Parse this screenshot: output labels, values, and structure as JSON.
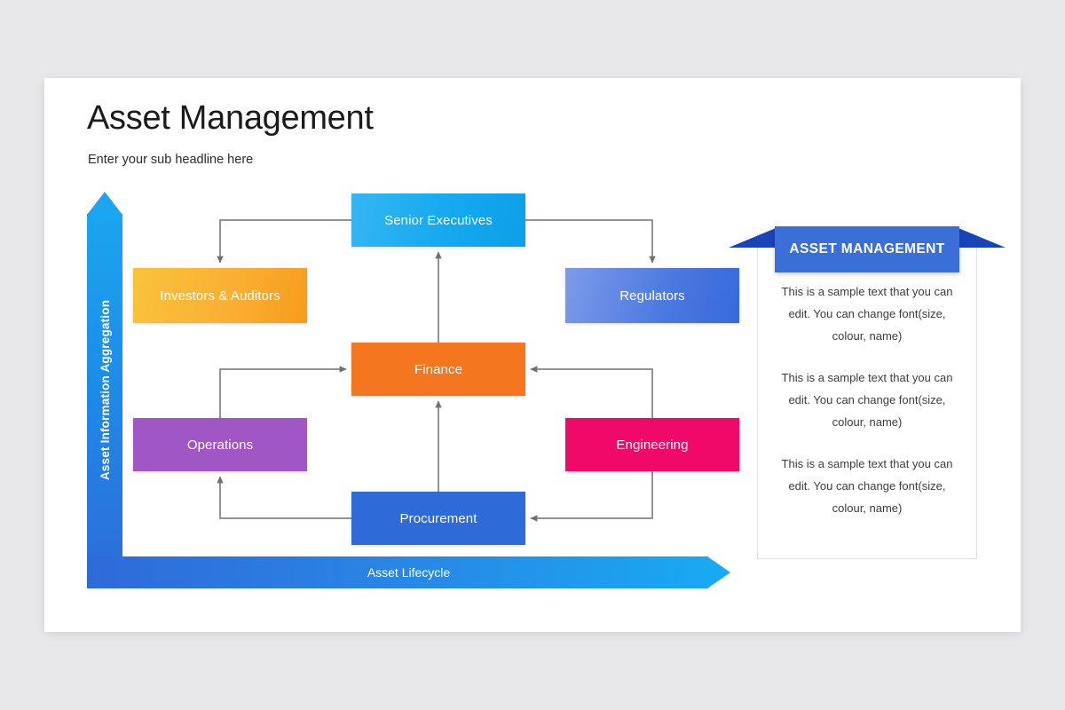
{
  "slide": {
    "title": "Asset Management",
    "subtitle": "Enter your sub headline here"
  },
  "diagram": {
    "vertical_arrow_label": "Asset Information Aggregation",
    "horizontal_arrow_label": "Asset Lifecycle",
    "nodes": [
      {
        "id": "senior-executives",
        "label": "Senior Executives",
        "color": "#15a9f0"
      },
      {
        "id": "investors-auditors",
        "label": "Investors & Auditors",
        "color": "#fbb033"
      },
      {
        "id": "regulators",
        "label": "Regulators",
        "color": "#4a78e0"
      },
      {
        "id": "finance",
        "label": "Finance",
        "color": "#f4761f"
      },
      {
        "id": "operations",
        "label": "Operations",
        "color": "#a056c4"
      },
      {
        "id": "engineering",
        "label": "Engineering",
        "color": "#f1096a"
      },
      {
        "id": "procurement",
        "label": "Procurement",
        "color": "#2f6ad9"
      }
    ],
    "connectors": [
      {
        "from": "senior-executives",
        "to": "investors-auditors"
      },
      {
        "from": "senior-executives",
        "to": "regulators"
      },
      {
        "from": "operations",
        "to": "finance"
      },
      {
        "from": "engineering",
        "to": "finance"
      },
      {
        "from": "procurement",
        "to": "operations"
      },
      {
        "from": "engineering",
        "to": "procurement"
      },
      {
        "from": "finance",
        "to": "senior-executives"
      },
      {
        "from": "procurement",
        "to": "finance"
      }
    ],
    "connector_color": "#707070"
  },
  "card": {
    "ribbon_title": "ASSET MANAGEMENT",
    "ribbon_color": "#3a6fd8",
    "ribbon_fold_color": "#1b43b8",
    "paragraphs": [
      "This is a sample text that you can edit. You can change font(size, colour, name)",
      "This is a sample text that you can edit. You can change font(size, colour, name)",
      "This is a sample text that you can edit. You can change font(size, colour, name)"
    ]
  }
}
